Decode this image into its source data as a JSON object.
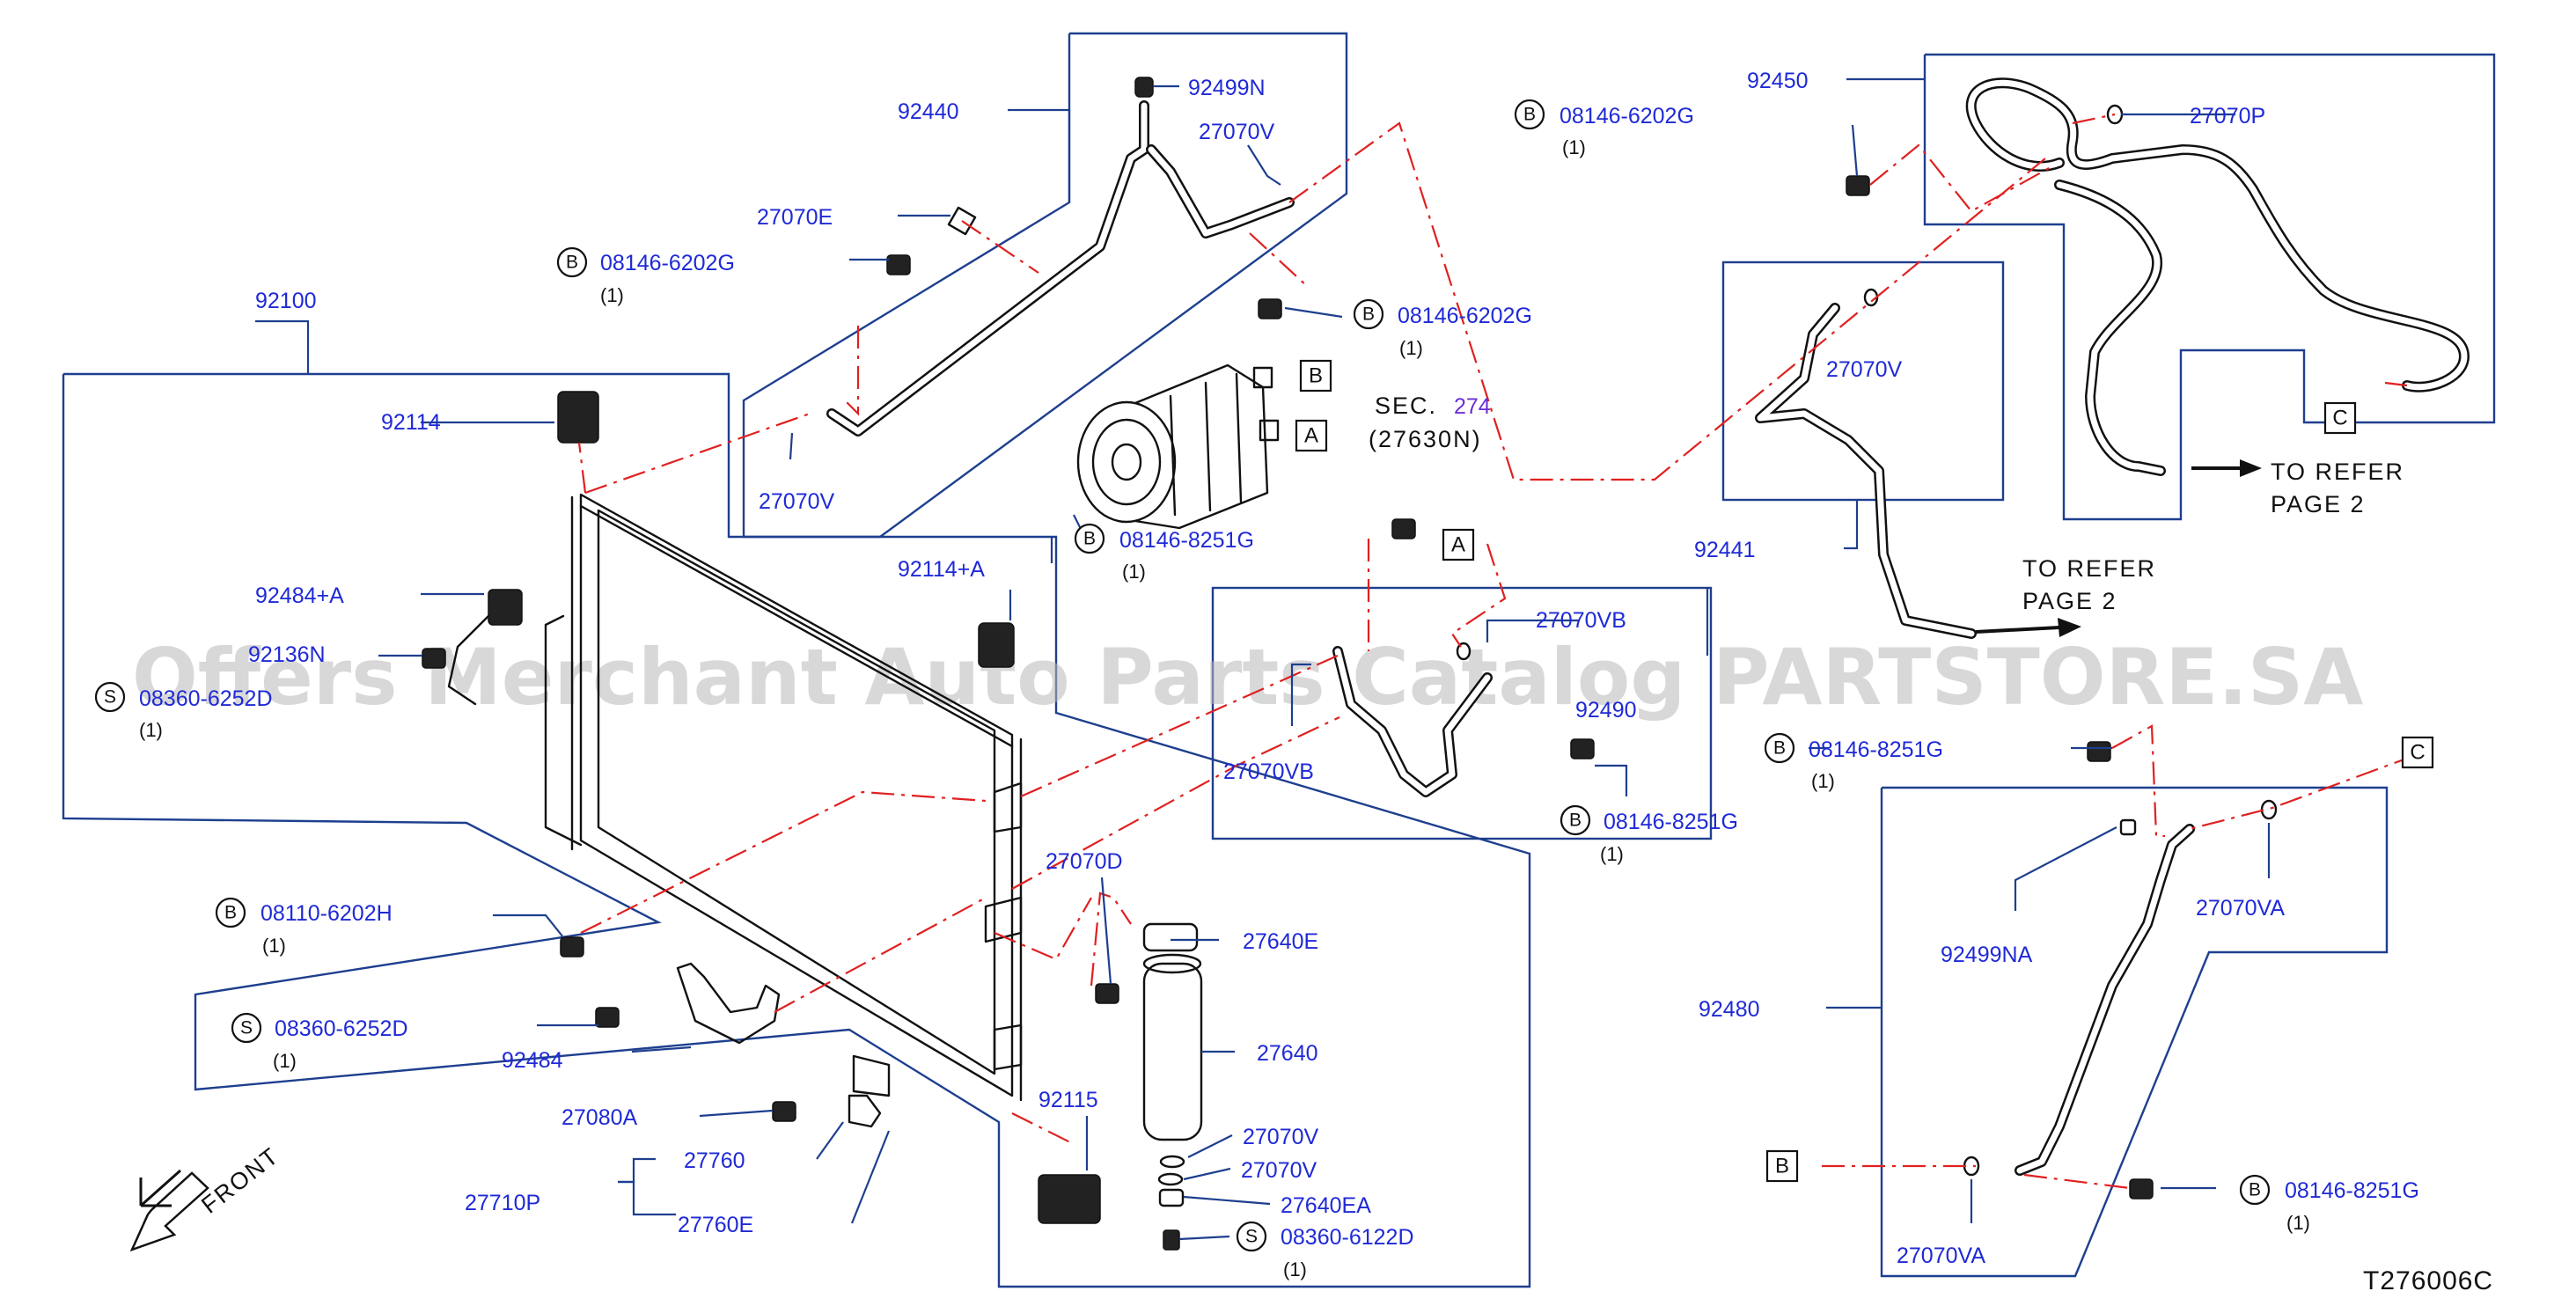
{
  "diagram_id": "T276006C",
  "watermark": "Offers Merchant Auto Parts Catalog PARTSTORE.SA",
  "front_label": "FRONT",
  "refer_note_line1": "TO  REFER",
  "refer_note_line2": "PAGE  2",
  "sec_label": "SEC.",
  "sec_number": "274",
  "sec_part": "(27630N)",
  "qty_one": "(1)",
  "prefix_b": "B",
  "prefix_s": "S",
  "ref_a": "A",
  "ref_b": "B",
  "ref_c": "C",
  "parts": {
    "p92440": "92440",
    "p92499N": "92499N",
    "p27070V": "27070V",
    "p27070E": "27070E",
    "p08146_6202G": "08146-6202G",
    "p92100": "92100",
    "p92114": "92114",
    "p92114A": "92114+A",
    "p92484A": "92484+A",
    "p92136N": "92136N",
    "p08360_6252D": "08360-6252D",
    "p08146_8251G": "08146-8251G",
    "p27070VB": "27070VB",
    "p92490": "92490",
    "p08110_6202H": "08110-6202H",
    "p92484": "92484",
    "p27070D": "27070D",
    "p27640E": "27640E",
    "p27640": "27640",
    "p27080A": "27080A",
    "p27760": "27760",
    "p27710P": "27710P",
    "p27760E": "27760E",
    "p92115": "92115",
    "p27640EA": "27640EA",
    "p08360_6122D": "08360-6122D",
    "p92450": "92450",
    "p27070P": "27070P",
    "p92441": "92441",
    "p92499NA": "92499NA",
    "p27070VA": "27070VA",
    "p92480": "92480"
  }
}
